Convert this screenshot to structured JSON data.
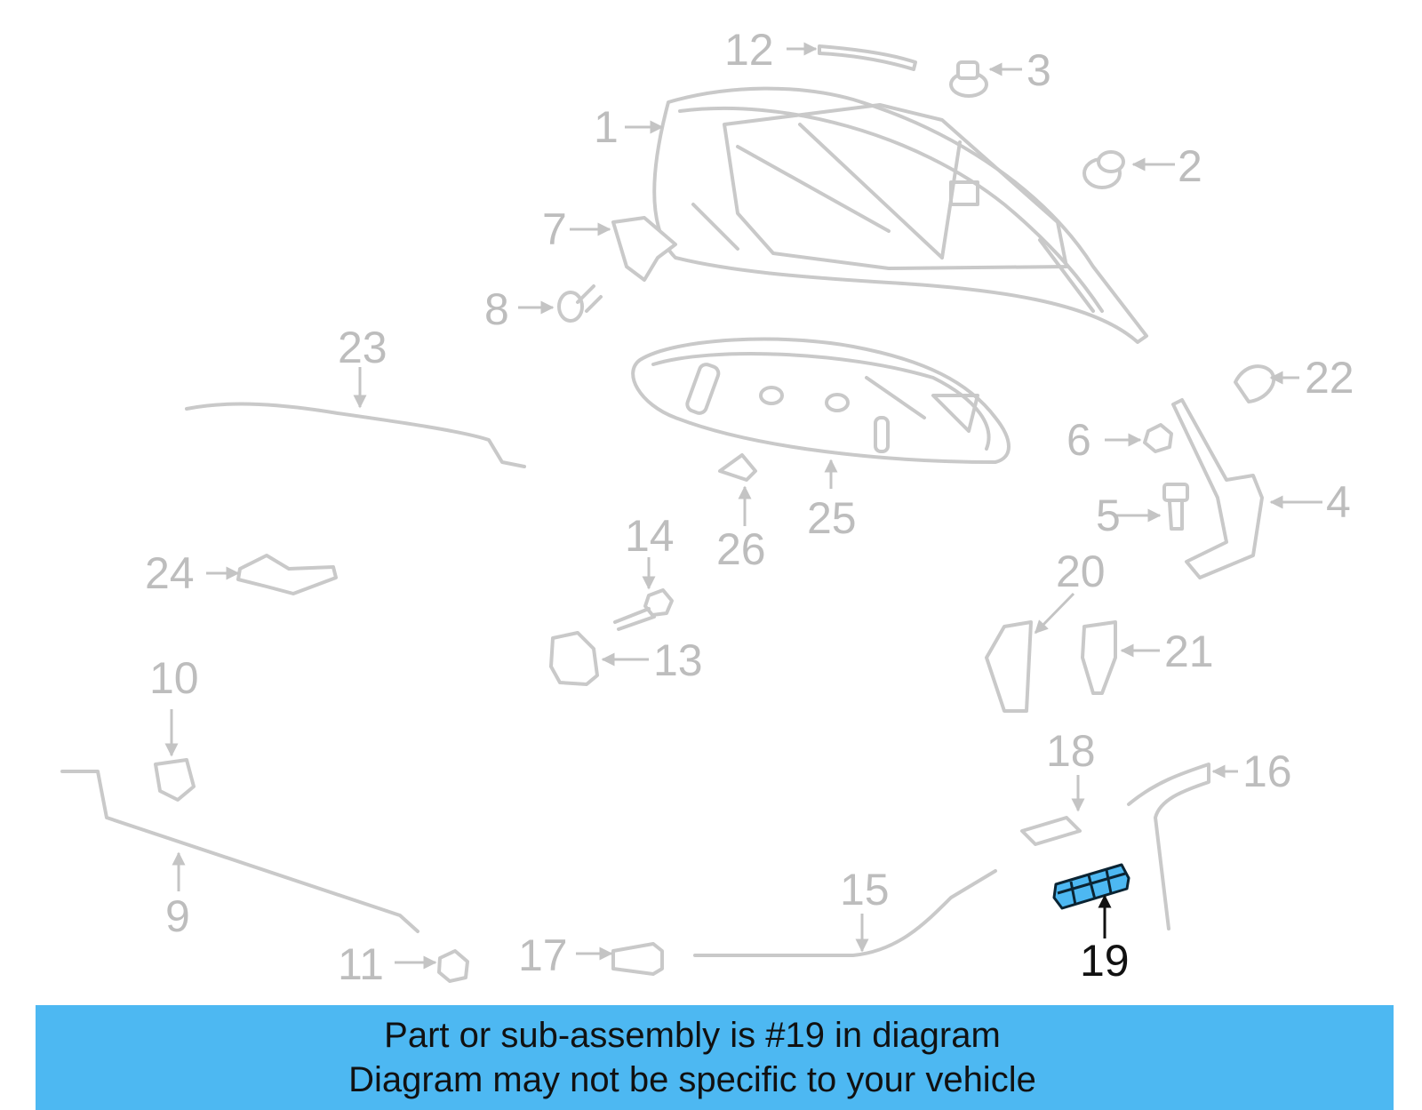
{
  "diagram": {
    "highlight_color": "#4db8f2",
    "callout_color": "#bdbdbd",
    "highlighted_part": "19",
    "callouts": [
      "1",
      "2",
      "3",
      "4",
      "5",
      "6",
      "7",
      "8",
      "9",
      "10",
      "11",
      "12",
      "13",
      "14",
      "15",
      "16",
      "17",
      "18",
      "19",
      "20",
      "21",
      "22",
      "23",
      "24",
      "25",
      "26"
    ]
  },
  "notice": {
    "line1": "Part or sub-assembly is #19 in diagram",
    "line2": "Diagram may not be specific to your vehicle",
    "background": "#4db8f2"
  }
}
